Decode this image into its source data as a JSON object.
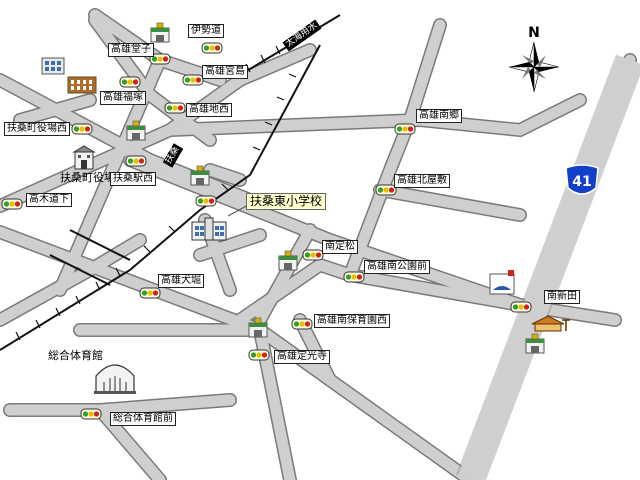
{
  "map": {
    "compass_letter": "N",
    "route_shield": "41",
    "colors": {
      "road": "#c8c8c8",
      "road_edge": "#7a7a7a",
      "rail": "#111111",
      "shield": "#1240c8",
      "school_label_bg": "#ffffcc"
    },
    "rail_labels": {
      "taihei": "太海用水",
      "fuso": "扶桑"
    },
    "school_label": "扶桑東小学校",
    "gym_label": "総合体育館",
    "labels": {
      "isemichi": "伊勢道",
      "takaodou": "高雄堂子",
      "takaomiya": "高雄宮島",
      "takaofuku": "高雄福塚",
      "takaochi": "高雄地西",
      "fuso_yakuba_nishi": "扶桑町役場西",
      "fuso_yakuba": "扶桑町役場",
      "fuso_eki_nishi": "扶桑駅西",
      "takagi": "高木道下",
      "takaonango": "高雄南郷",
      "takaokitayashiki": "高雄北屋敷",
      "minamijomatsu": "南定松",
      "takaominamikoen": "高雄南公園前",
      "takaoinubori": "高雄犬堀",
      "takaominamihoiku": "高雄南保育園西",
      "takaojokoji": "高雄定光寺",
      "minamishinden": "南新田",
      "sogotaiikukan_mae": "総合体育館前"
    },
    "icons": {
      "compass": "compass-rose-icon",
      "shield": "route-shield-icon",
      "traffic": "traffic-light-icon",
      "postbox": "post-office-icon",
      "building": "office-building-icon",
      "school": "school-building-icon",
      "gym": "gymnasium-dome-icon",
      "shrine": "shrine-icon",
      "gas": "gas-station-icon"
    }
  }
}
